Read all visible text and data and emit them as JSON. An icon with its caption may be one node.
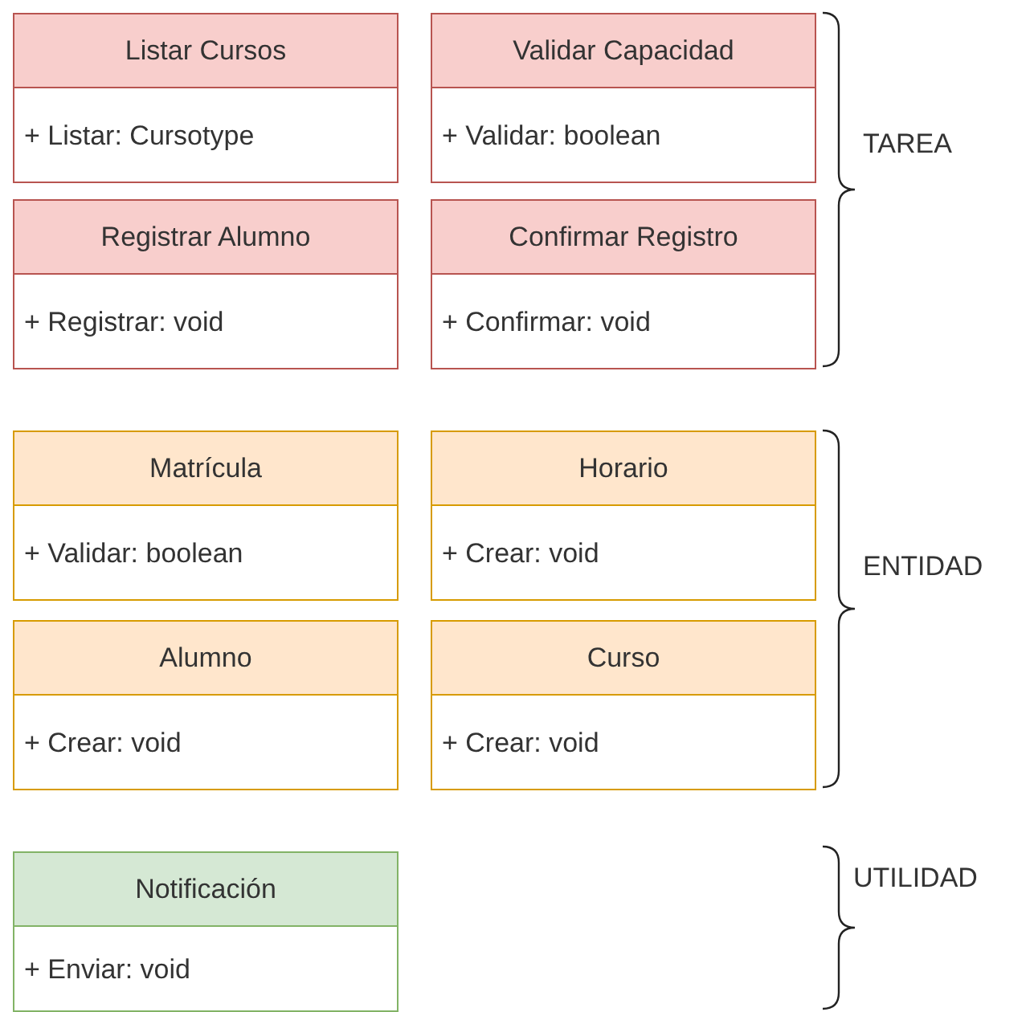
{
  "diagram": {
    "nodes": [
      {
        "text": [
          "Listar Cursos",
          "+ Listar: Cursotype"
        ]
      },
      {
        "text": [
          "Validar Capacidad",
          "+ Validar: boolean"
        ]
      },
      {
        "text": [
          "Registrar Alumno",
          "+ Registrar: void"
        ]
      },
      {
        "text": [
          "Confirmar Registro",
          "+ Confirmar: void"
        ]
      },
      {
        "text": [
          "Matrícula",
          "+ Validar: boolean"
        ]
      },
      {
        "text": [
          "Horario",
          "+ Crear: void"
        ]
      },
      {
        "text": [
          "Alumno",
          "+ Crear: void"
        ]
      },
      {
        "text": [
          "Curso",
          "+ Crear: void"
        ]
      },
      {
        "text": [
          "Notificación",
          "+ Enviar: void"
        ]
      }
    ],
    "labels": [
      "TAREA",
      "ENTIDAD",
      "UTILIDAD"
    ]
  }
}
